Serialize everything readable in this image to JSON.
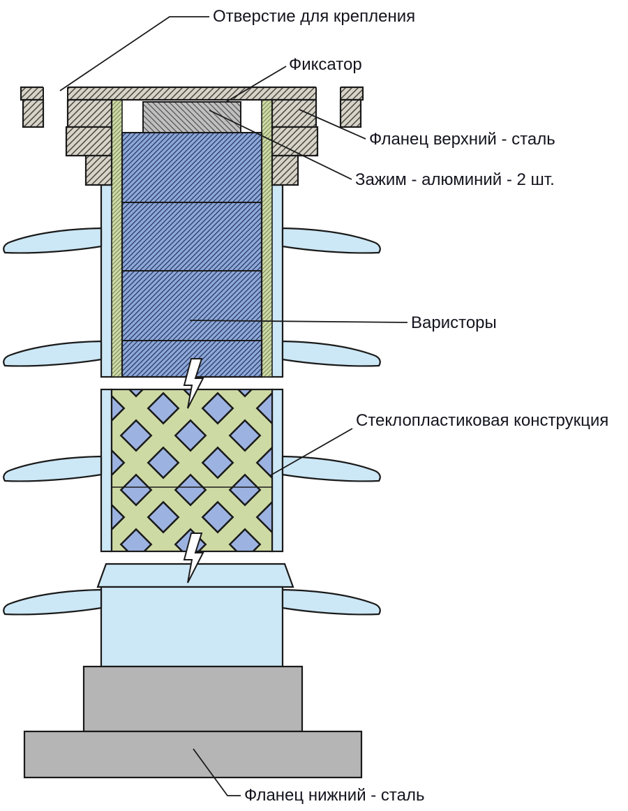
{
  "labels": {
    "mounting_hole": "Отверстие для крепления",
    "fixator": "Фиксатор",
    "upper_flange": "Фланец верхний - сталь",
    "clamp": "Зажим - алюминий - 2 шт.",
    "varistors": "Варисторы",
    "fiberglass_structure": "Стеклопластиковая конструкция",
    "lower_flange": "Фланец нижний - сталь"
  },
  "colors": {
    "background": "#ffffff",
    "line": "#1a1a1a",
    "label_text": "#14141e",
    "housing": "#cce7f5",
    "steel_bg": "#d7d3c8",
    "steel_hatch": "#3f3d36",
    "alu_bg": "#bfbfbf",
    "alu_hatch": "#4f4f4f",
    "varistor_bg": "#8ca8da",
    "varistor_hatch": "#27335a",
    "diamond_bg": "#9cb3e2",
    "frp_bg": "#cedaa4",
    "frp_hatch": "#75855c",
    "steel_solid": "#b5b5b5"
  }
}
